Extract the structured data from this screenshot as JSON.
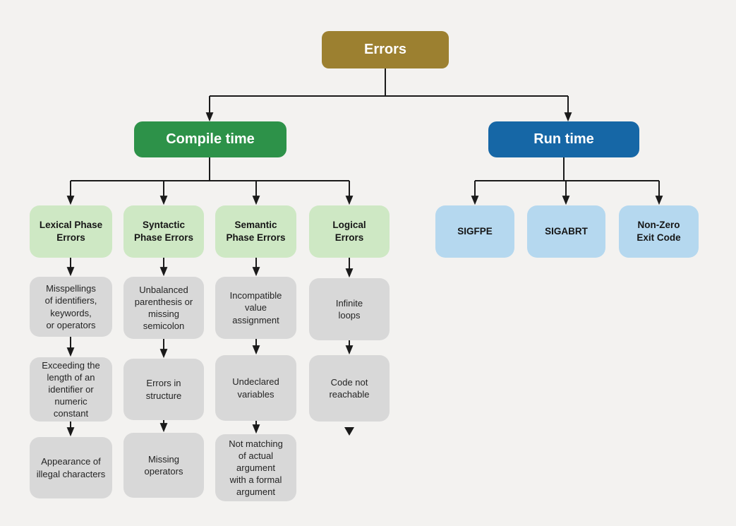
{
  "root": {
    "label": "Errors"
  },
  "branches": {
    "compile": {
      "label": "Compile time"
    },
    "run": {
      "label": "Run time"
    }
  },
  "compile_columns": [
    {
      "header": "Lexical Phase\nErrors",
      "items": [
        "Misspellings\nof identifiers,\nkeywords,\nor operators",
        "Exceeding the\nlength of an\nidentifier or\nnumeric\nconstant",
        "Appearance of\nillegal characters"
      ]
    },
    {
      "header": "Syntactic\nPhase Errors",
      "items": [
        "Unbalanced\nparenthesis or\nmissing\nsemicolon",
        "Errors in\nstructure",
        "Missing\noperators"
      ]
    },
    {
      "header": "Semantic\nPhase Errors",
      "items": [
        "Incompatible\nvalue\nassignment",
        "Undeclared\nvariables",
        "Not matching\nof actual\nargument\nwith a formal\nargument"
      ]
    },
    {
      "header": "Logical\nErrors",
      "items": [
        "Infinite\nloops",
        "Code not\nreachable"
      ]
    }
  ],
  "run_children": [
    {
      "label": "SIGFPE"
    },
    {
      "label": "SIGABRT"
    },
    {
      "label": "Non-Zero\nExit Code"
    }
  ],
  "colors": {
    "background": "#f3f2f0",
    "root_gold": "#9c8030",
    "compile_green": "#2d9249",
    "run_blue": "#1667a6",
    "category_light_green": "#cee8c4",
    "category_light_blue": "#b5d8ef",
    "detail_gray": "#d8d8d8",
    "line_black": "#1a1a1a",
    "text_white": "#ffffff"
  }
}
